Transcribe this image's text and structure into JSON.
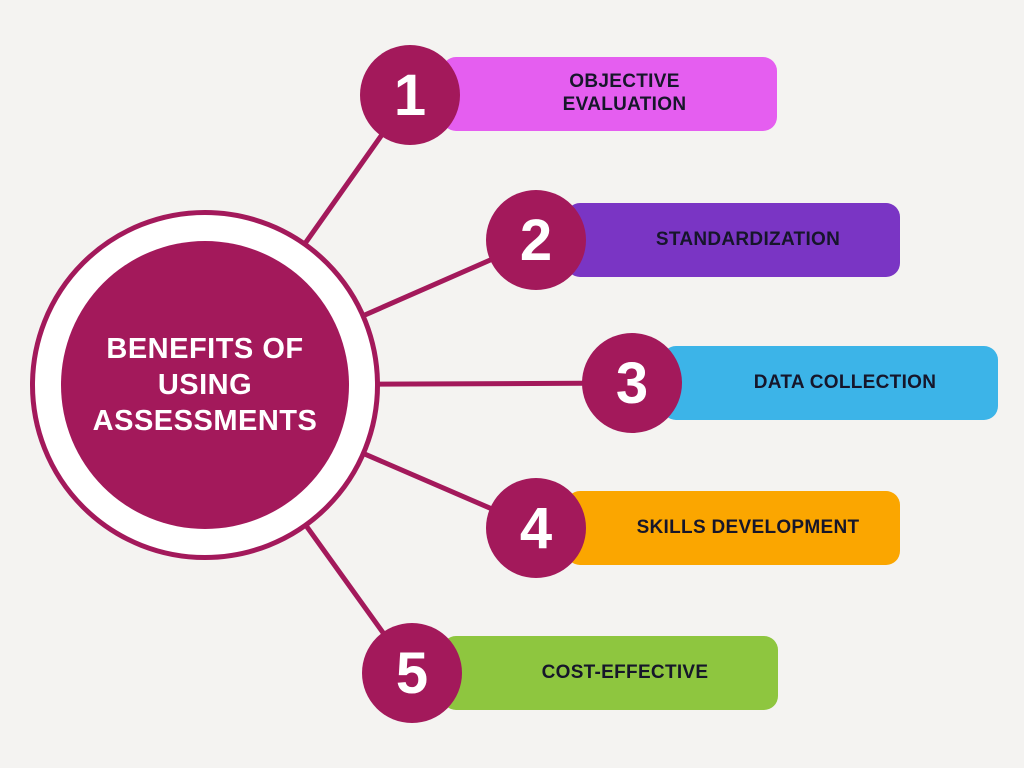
{
  "title": "BENEFITS OF USING ASSESSMENTS",
  "colors": {
    "accent": "#a3195b",
    "background": "#f4f3f1",
    "label_text": "#16162a",
    "center_text": "#ffffff"
  },
  "items": [
    {
      "number": "1",
      "label": "OBJECTIVE EVALUATION",
      "color": "#e55ef0"
    },
    {
      "number": "2",
      "label": "STANDARDIZATION",
      "color": "#7a35c4"
    },
    {
      "number": "3",
      "label": "DATA COLLECTION",
      "color": "#3cb4e8"
    },
    {
      "number": "4",
      "label": "SKILLS DEVELOPMENT",
      "color": "#fba600"
    },
    {
      "number": "5",
      "label": "COST-EFFECTIVE",
      "color": "#8ec63f"
    }
  ]
}
